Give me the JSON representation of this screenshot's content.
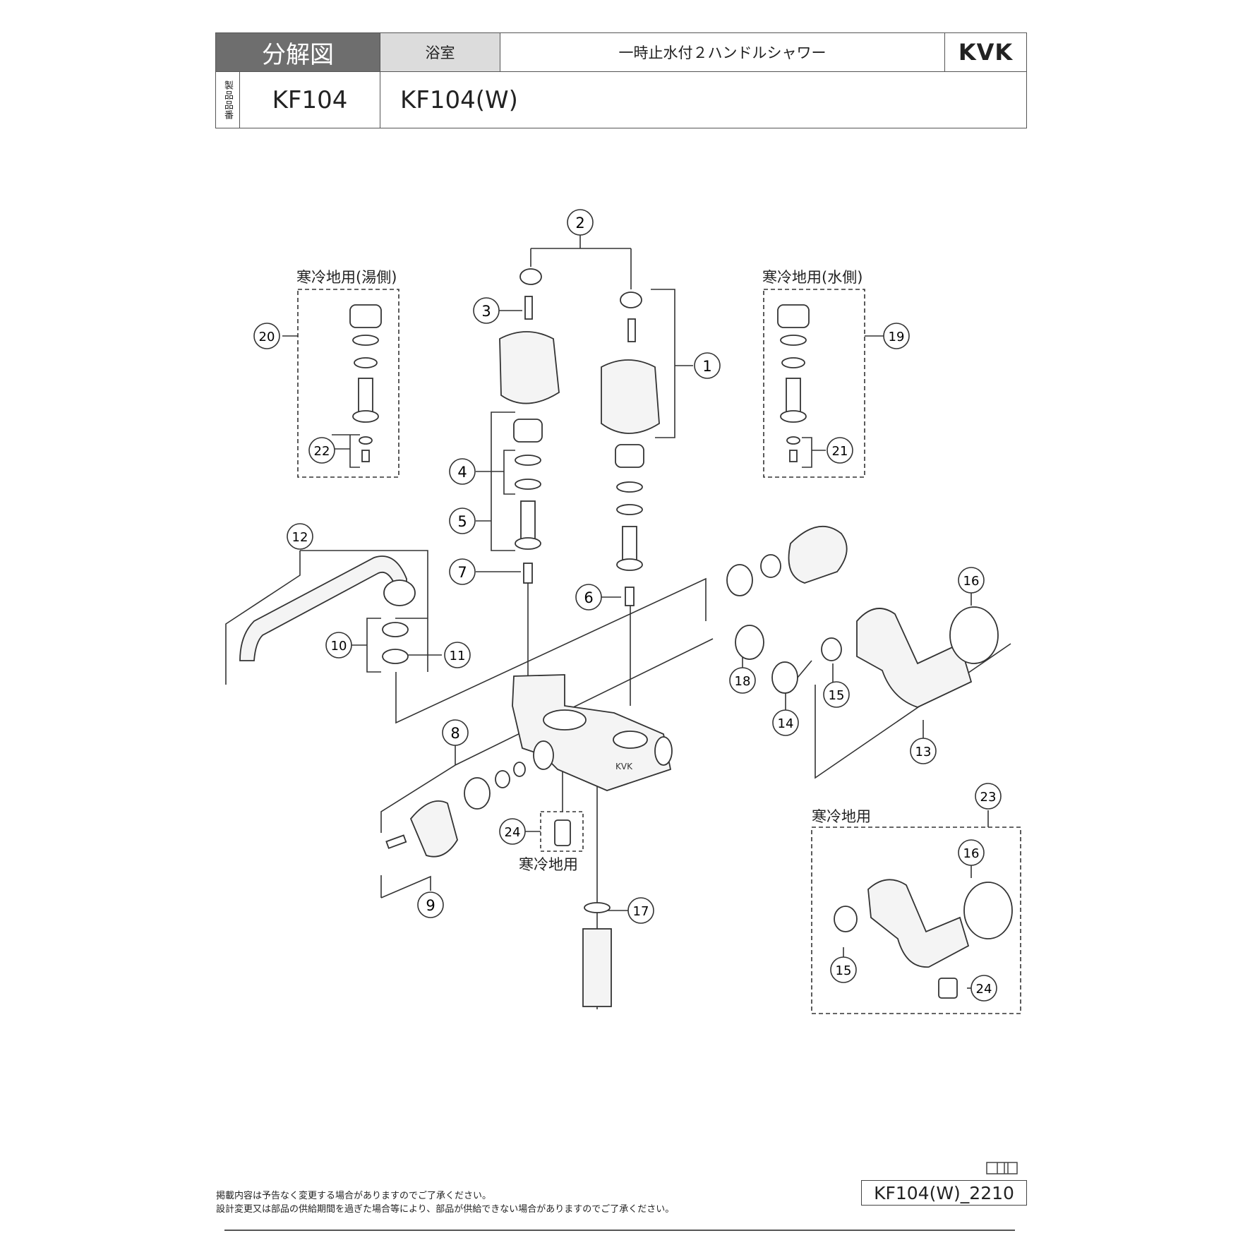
{
  "header": {
    "title": "分解図",
    "category": "浴室",
    "product_name": "一時止水付２ハンドルシャワー",
    "brand": "KVK",
    "product_number_label": "製品品番",
    "model": "KF104",
    "models": "KF104(W)"
  },
  "diagram": {
    "callouts": [
      {
        "id": "callout-1",
        "label": "1"
      },
      {
        "id": "callout-2",
        "label": "2"
      },
      {
        "id": "callout-3",
        "label": "3"
      },
      {
        "id": "callout-4",
        "label": "4"
      },
      {
        "id": "callout-5",
        "label": "5"
      },
      {
        "id": "callout-6",
        "label": "6"
      },
      {
        "id": "callout-7",
        "label": "7"
      },
      {
        "id": "callout-8",
        "label": "8"
      },
      {
        "id": "callout-9",
        "label": "9"
      },
      {
        "id": "callout-10",
        "label": "10"
      },
      {
        "id": "callout-11",
        "label": "11"
      },
      {
        "id": "callout-12",
        "label": "12"
      },
      {
        "id": "callout-13",
        "label": "13"
      },
      {
        "id": "callout-14",
        "label": "14"
      },
      {
        "id": "callout-15a",
        "label": "15"
      },
      {
        "id": "callout-15b",
        "label": "15"
      },
      {
        "id": "callout-16a",
        "label": "16"
      },
      {
        "id": "callout-16b",
        "label": "16"
      },
      {
        "id": "callout-17",
        "label": "17"
      },
      {
        "id": "callout-18",
        "label": "18"
      },
      {
        "id": "callout-19",
        "label": "19"
      },
      {
        "id": "callout-20",
        "label": "20"
      },
      {
        "id": "callout-21",
        "label": "21"
      },
      {
        "id": "callout-22",
        "label": "22"
      },
      {
        "id": "callout-23",
        "label": "23"
      },
      {
        "id": "callout-24a",
        "label": "24"
      },
      {
        "id": "callout-24b",
        "label": "24"
      }
    ],
    "captions": {
      "cold_hot": "寒冷地用(湯側)",
      "cold_water": "寒冷地用(水側)",
      "cold_center": "寒冷地用",
      "cold_right": "寒冷地用"
    },
    "body_brand": "KVK"
  },
  "footer": {
    "note1": "掲載内容は予告なく変更する場合がありますのでご了承ください。",
    "note2": "設計変更又は部品の供給期間を過ぎた場合等により、部品が供給できない場合がありますのでご了承ください。",
    "code": "KF104(W)_2210"
  }
}
